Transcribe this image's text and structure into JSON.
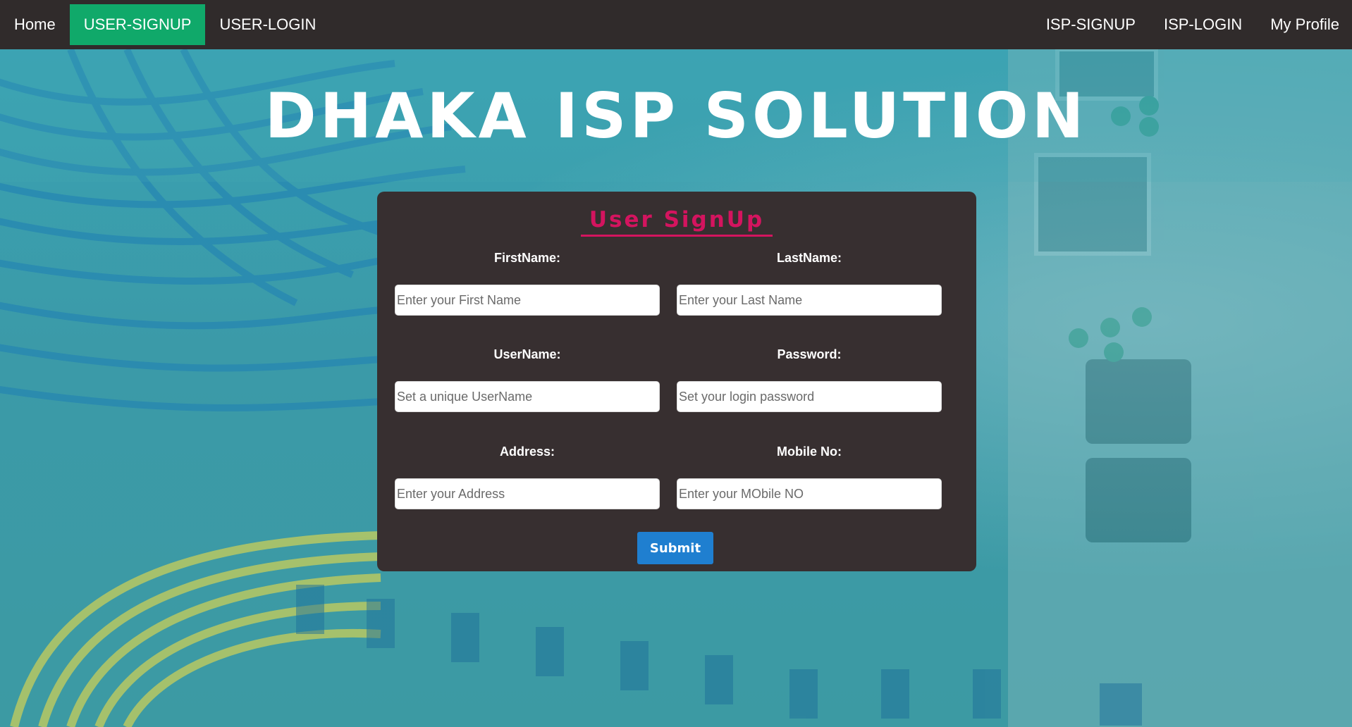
{
  "nav": {
    "left": [
      {
        "label": "Home",
        "active": false
      },
      {
        "label": "USER-SIGNUP",
        "active": true
      },
      {
        "label": "USER-LOGIN",
        "active": false
      }
    ],
    "right": [
      {
        "label": "ISP-SIGNUP"
      },
      {
        "label": "ISP-LOGIN"
      },
      {
        "label": "My Profile"
      }
    ],
    "active_color": "#10a96a",
    "bar_color": "#302b2b"
  },
  "hero": {
    "title": "DHAKA ISP SOLUTION"
  },
  "form": {
    "title": "User SignUp",
    "title_color": "#d4145f",
    "card_color": "#372f30",
    "fields": {
      "first_name": {
        "label": "FirstName:",
        "placeholder": "Enter your First Name"
      },
      "last_name": {
        "label": "LastName:",
        "placeholder": "Enter your Last Name"
      },
      "username": {
        "label": "UserName:",
        "placeholder": "Set a unique UserName"
      },
      "password": {
        "label": "Password:",
        "placeholder": "Set your login password"
      },
      "address": {
        "label": "Address:",
        "placeholder": "Enter your Address"
      },
      "mobile": {
        "label": "Mobile No:",
        "placeholder": "Enter your MObile NO"
      }
    },
    "submit_label": "Submit",
    "submit_color": "#1f7fd0"
  },
  "background": {
    "description_icon": "network-cables-background",
    "tint_color": "#3aa2b2"
  }
}
